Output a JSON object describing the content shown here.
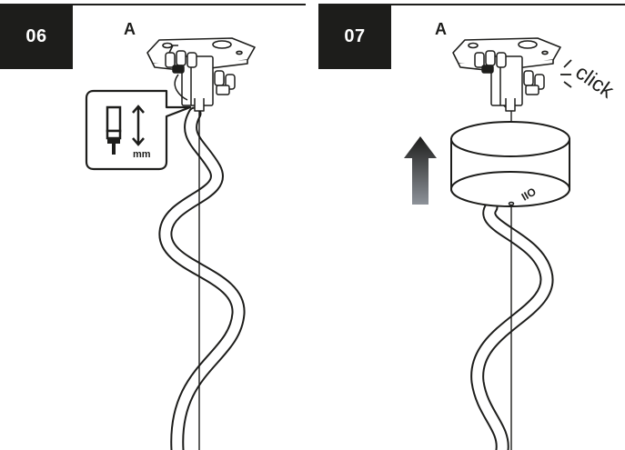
{
  "steps": [
    {
      "number": "06",
      "part_label": "A",
      "callout_unit": "mm"
    },
    {
      "number": "07",
      "part_label": "A",
      "click_text": "click",
      "canopy_mark": "OII"
    }
  ],
  "colors": {
    "ink": "#1d1d1b",
    "paper": "#ffffff",
    "arrow_top": "#1d1d1b",
    "arrow_bottom": "#8d9299"
  },
  "icons": [
    "ceiling-bracket-icon",
    "terminal-block-icon",
    "strip-length-icon",
    "up-arrow-icon",
    "canopy-icon",
    "cable-icon"
  ]
}
